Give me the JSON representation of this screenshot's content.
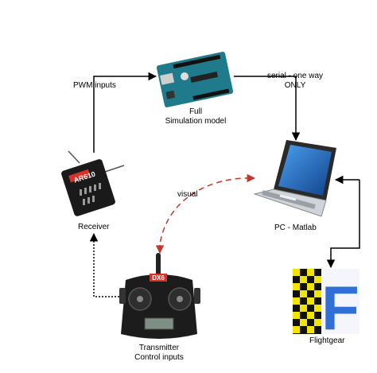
{
  "labels": {
    "pwm_inputs": "PWM inputs",
    "model_line1": "Full",
    "model_line2": "Simulation model",
    "serial_line1": "serial - one way",
    "serial_line2": "ONLY",
    "visual": "visual",
    "receiver": "Receiver",
    "pc": "PC - Matlab",
    "transmitter_line1": "Transmitter",
    "transmitter_line2": "Control inputs",
    "flightgear": "Flightgear"
  },
  "device_text": {
    "receiver_brand": "AR610",
    "transmitter_brand": "DX6",
    "flightgear_logo": "F"
  },
  "colors": {
    "arrow": "#000000",
    "visual_arrow": "#c0392b",
    "arduino_board": "#1f7a8c",
    "laptop_screen": "#1e63b5",
    "flightgear_blue": "#2f6fd6",
    "checker_yellow": "#f2e600"
  }
}
